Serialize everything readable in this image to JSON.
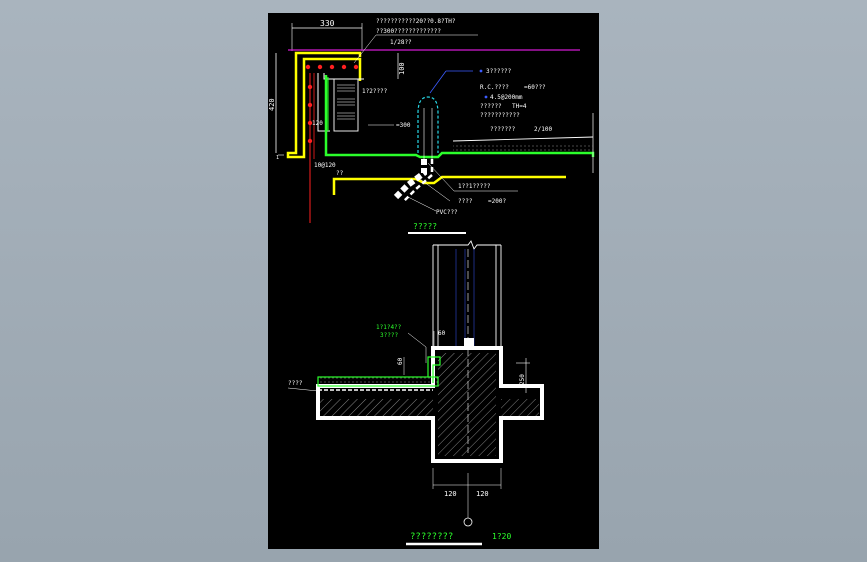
{
  "drawing": {
    "detail_top": {
      "dim_width": "330",
      "dim_height": "420",
      "dim_100": "100",
      "dim_120": "120",
      "label_top_1": "???????????20??0.8?TH?",
      "label_top_2": "??300?????????????",
      "label_slope_1": "1/28??",
      "label_box": "1?2????",
      "label_300": "=300",
      "label_rebar": "10@120",
      "label_rebar_sub": "??",
      "label_right_1": "3??????",
      "label_right_2": "R.C.????",
      "label_right_2b": "=60???",
      "label_right_3": "4.5@200mm",
      "label_right_4": "??????",
      "label_right_4b": "TH=4",
      "label_right_5": "???????????",
      "label_right_6": "???????",
      "label_right_6b": "2/100",
      "label_mid_1": "1??1?????",
      "label_pvc": "PVC???",
      "label_pvc_2": "????",
      "label_pvc_3": "=200?"
    },
    "title_top": "?????",
    "detail_bottom": {
      "label_l1": "1?1?4??",
      "label_l2": "3????",
      "label_60a": "60",
      "label_60b": "60",
      "label_left": "????",
      "dim_250": "250",
      "dim_120a": "120",
      "dim_120b": "120"
    },
    "title_bottom": "????????",
    "scale_bottom": "1?20"
  },
  "colors": {
    "background": "#a9b4be",
    "sheet": "#000000",
    "linework": "#ffffff",
    "green": "#2bff2b",
    "yellow": "#ffff00",
    "red": "#ff2020",
    "magenta": "#d21bd2",
    "cyan": "#27d7e6",
    "blue": "#3b5bff"
  }
}
